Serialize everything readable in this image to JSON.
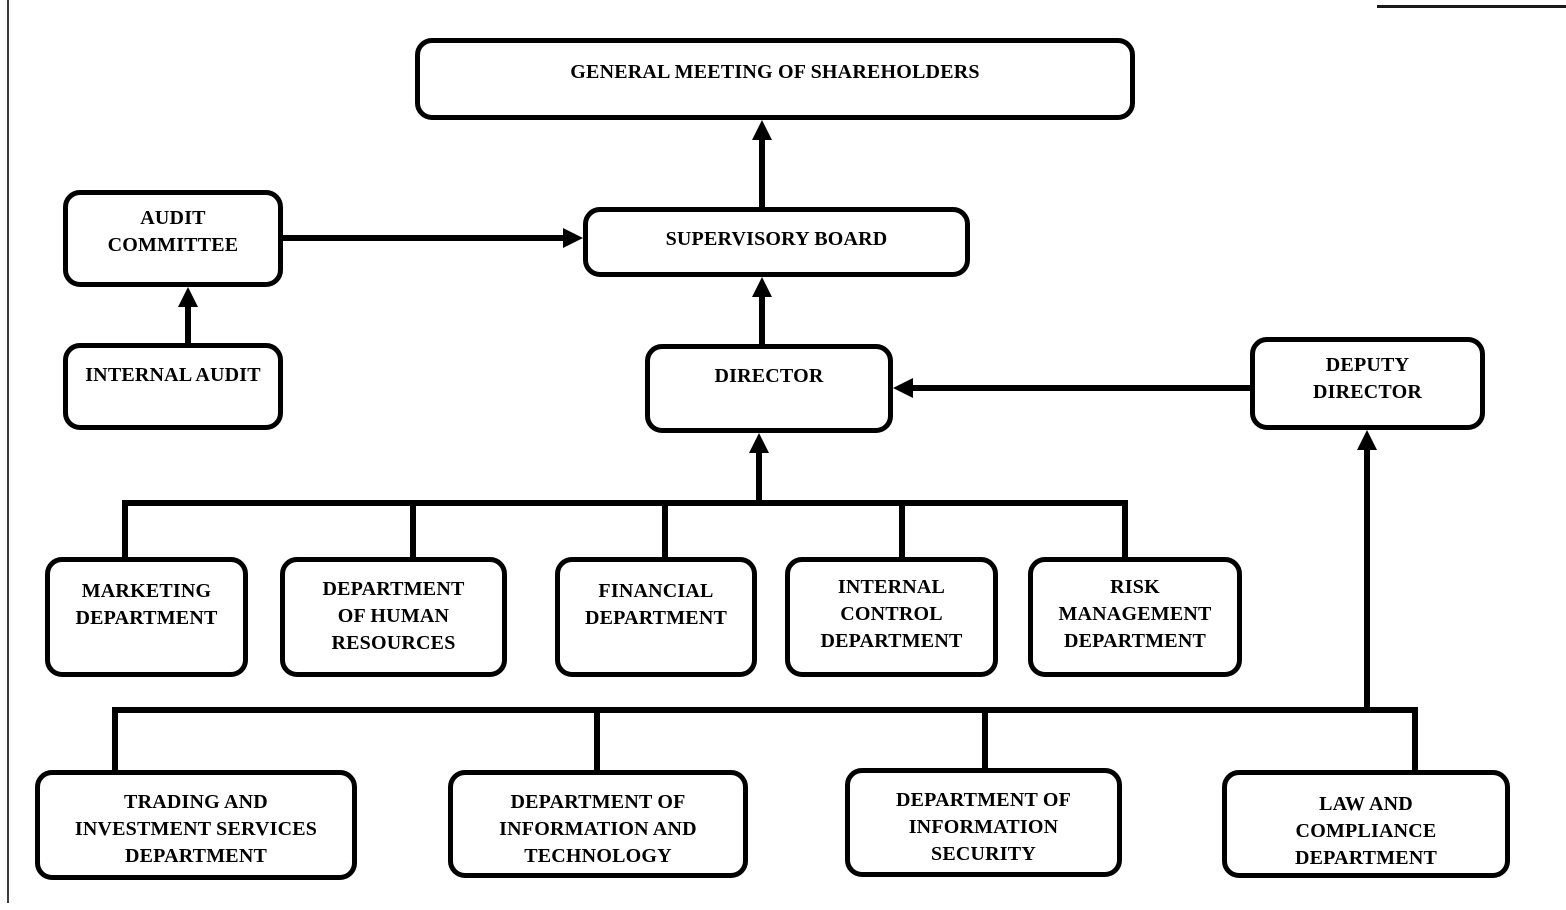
{
  "diagram": {
    "type": "organizational-chart",
    "colors": {
      "line": "#000000",
      "box_border": "#000000",
      "box_fill": "#ffffff",
      "background": "#ffffff"
    },
    "nodes": {
      "general_meeting": {
        "label": "GENERAL MEETING OF SHAREHOLDERS"
      },
      "audit_committee": {
        "label": "AUDIT\nCOMMITTEE"
      },
      "supervisory_board": {
        "label": "SUPERVISORY BOARD"
      },
      "internal_audit": {
        "label": "INTERNAL AUDIT"
      },
      "director": {
        "label": "DIRECTOR"
      },
      "deputy_director": {
        "label": "DEPUTY\nDIRECTOR"
      },
      "marketing": {
        "label": "MARKETING\nDEPARTMENT"
      },
      "human_resources": {
        "label": "DEPARTMENT\nOF HUMAN\nRESOURCES"
      },
      "financial": {
        "label": "FINANCIAL\nDEPARTMENT"
      },
      "internal_control": {
        "label": "INTERNAL\nCONTROL\nDEPARTMENT"
      },
      "risk_management": {
        "label": "RISK\nMANAGEMENT\nDEPARTMENT"
      },
      "trading_investment_services": {
        "label": "TRADING AND\nINVESTMENT SERVICES\nDEPARTMENT"
      },
      "information_technology": {
        "label": "DEPARTMENT OF\nINFORMATION AND\nTECHNOLOGY"
      },
      "information_security": {
        "label": "DEPARTMENT OF\nINFORMATION\nSECURITY"
      },
      "law_compliance": {
        "label": "LAW AND\nCOMPLIANCE\nDEPARTMENT"
      }
    },
    "edges": [
      {
        "from": "supervisory_board",
        "to": "general_meeting",
        "style": "arrow-up"
      },
      {
        "from": "audit_committee",
        "to": "supervisory_board",
        "style": "arrow-right"
      },
      {
        "from": "internal_audit",
        "to": "audit_committee",
        "style": "arrow-up"
      },
      {
        "from": "director",
        "to": "supervisory_board",
        "style": "arrow-up"
      },
      {
        "from": "deputy_director",
        "to": "director",
        "style": "arrow-left"
      },
      {
        "from": [
          "marketing",
          "human_resources",
          "financial",
          "internal_control",
          "risk_management"
        ],
        "to": "director",
        "style": "bus-arrow-up"
      },
      {
        "from": [
          "trading_investment_services",
          "information_technology",
          "information_security",
          "law_compliance"
        ],
        "to": "deputy_director",
        "style": "bus-arrow-up"
      }
    ]
  }
}
